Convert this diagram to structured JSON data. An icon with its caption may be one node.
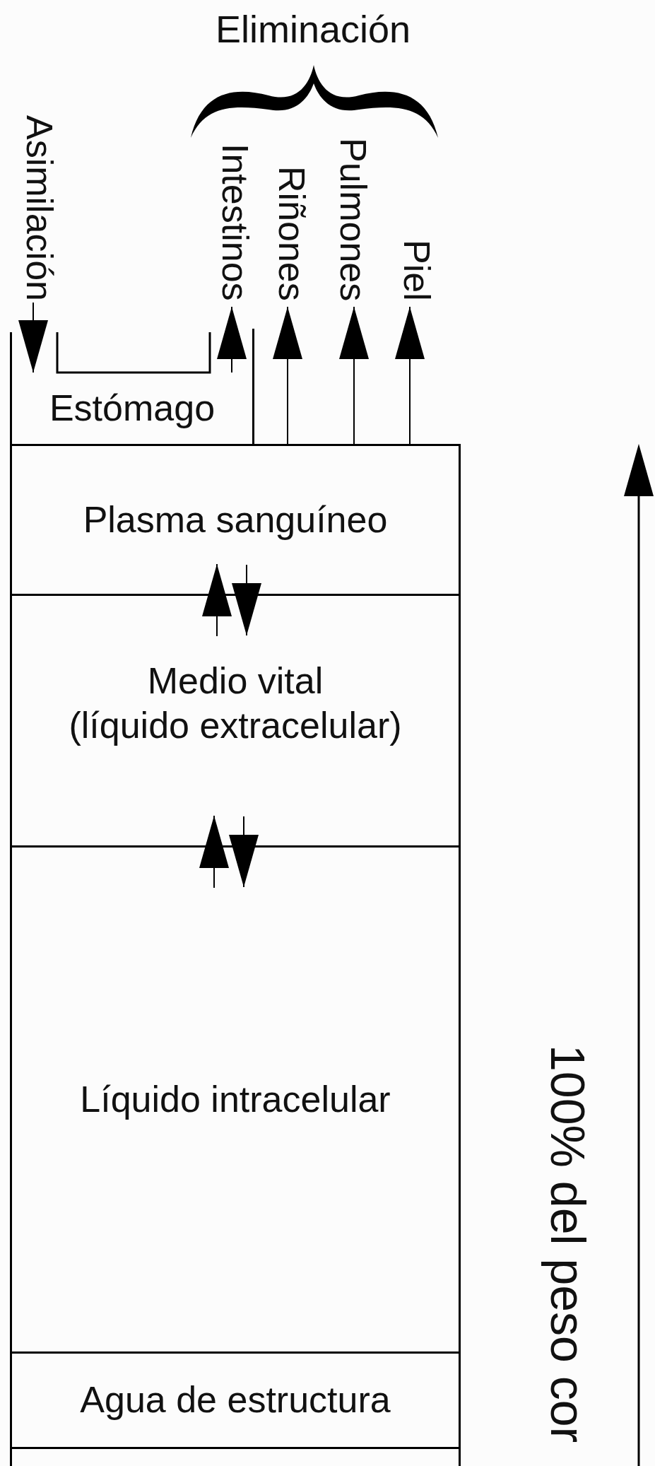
{
  "diagram": {
    "nodes": [
      {
        "text": [
          "Asimilación"
        ]
      },
      {
        "text": [
          "Intestinos"
        ]
      },
      {
        "text": [
          "Riñones"
        ]
      },
      {
        "text": [
          "Pulmones"
        ]
      },
      {
        "text": [
          "Piel"
        ]
      },
      {
        "text": [
          "Estómago"
        ]
      },
      {
        "text": [
          "Plasma sanguíneo"
        ]
      },
      {
        "text": [
          "Medio vital (líquido extracelular)"
        ]
      },
      {
        "text": [
          "Líquido intracelular"
        ]
      },
      {
        "text": [
          "Agua de estructura"
        ]
      }
    ],
    "edges": [
      {
        "from": 0,
        "to": 5,
        "arrow": "to"
      },
      {
        "from": 5,
        "to": 1,
        "arrow": "to"
      },
      {
        "from": 6,
        "to": 2,
        "arrow": "to"
      },
      {
        "from": 6,
        "to": 3,
        "arrow": "to"
      },
      {
        "from": 6,
        "to": 4,
        "arrow": "to"
      },
      {
        "from": 7,
        "to": 6,
        "arrow": "to"
      },
      {
        "from": 6,
        "to": 7,
        "arrow": "to"
      },
      {
        "from": 8,
        "to": 7,
        "arrow": "to"
      },
      {
        "from": 7,
        "to": 8,
        "arrow": "to"
      }
    ],
    "labels": [
      "Eliminación",
      "100% del peso cor"
    ]
  }
}
